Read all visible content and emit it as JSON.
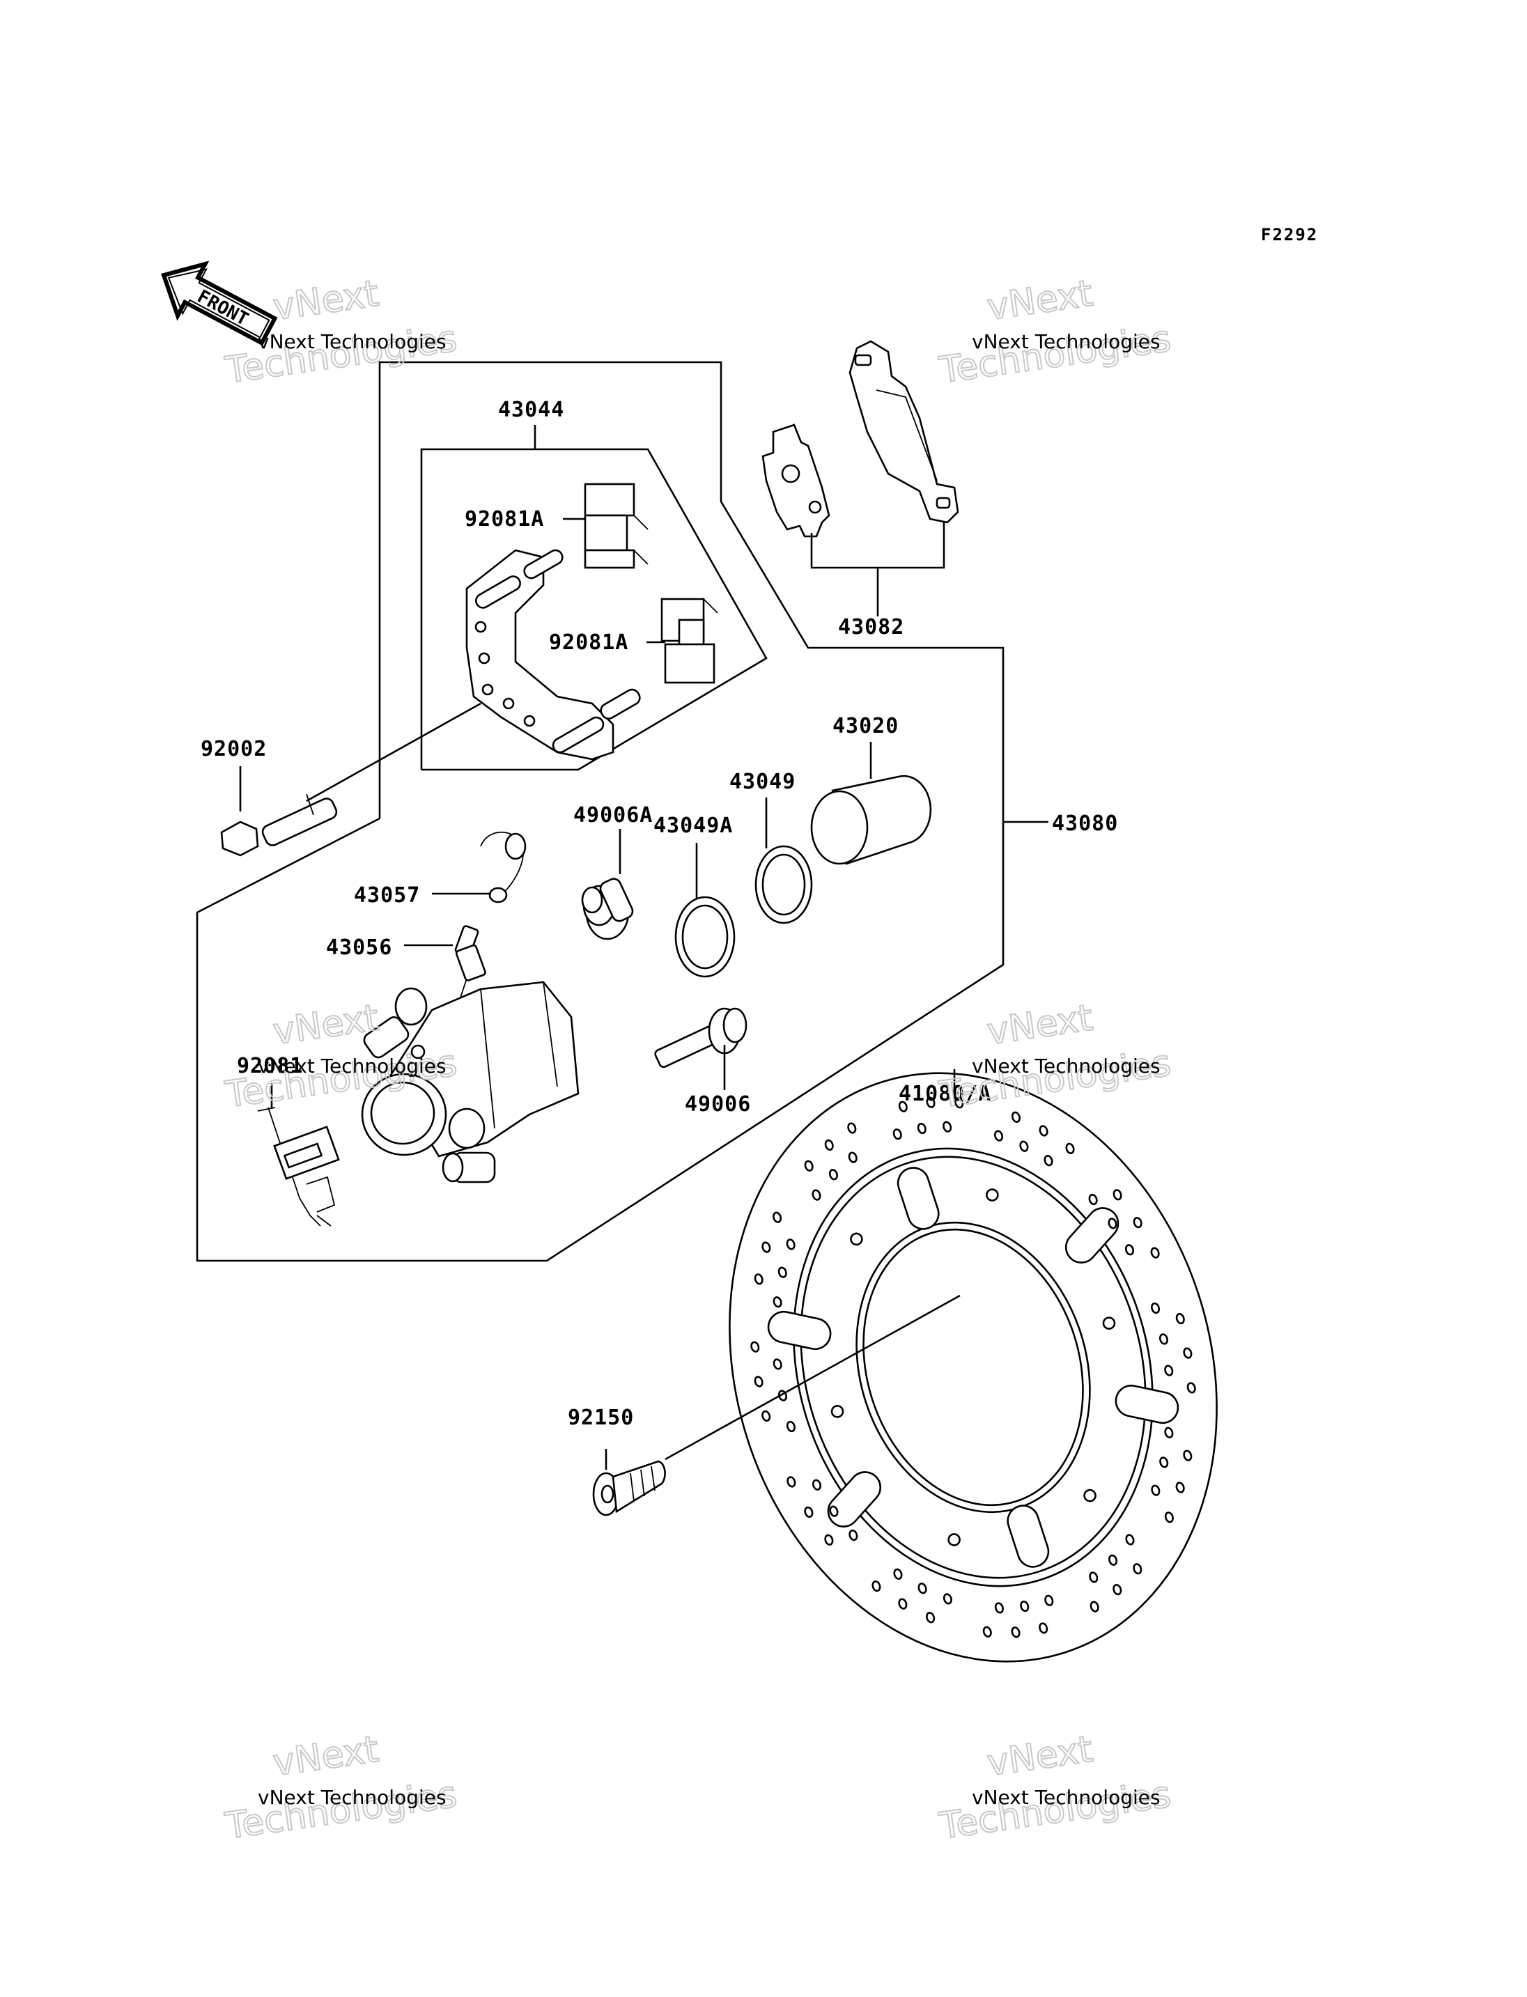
{
  "diagram": {
    "code": "F2292",
    "front": "FRONT",
    "watermark": {
      "line1": "vNext Technologies",
      "line2": "vNext",
      "line3": "Technologies"
    },
    "parts": {
      "p43044": "43044",
      "p92081A_1": "92081A",
      "p92081A_2": "92081A",
      "p43082": "43082",
      "p92002": "92002",
      "p43020": "43020",
      "p43049": "43049",
      "p49006A": "49006A",
      "p43049A": "43049A",
      "p43080": "43080",
      "p43057": "43057",
      "p43056": "43056",
      "p92081": "92081",
      "p49006": "49006",
      "p41080A": "41080/A",
      "p92150": "92150"
    }
  }
}
